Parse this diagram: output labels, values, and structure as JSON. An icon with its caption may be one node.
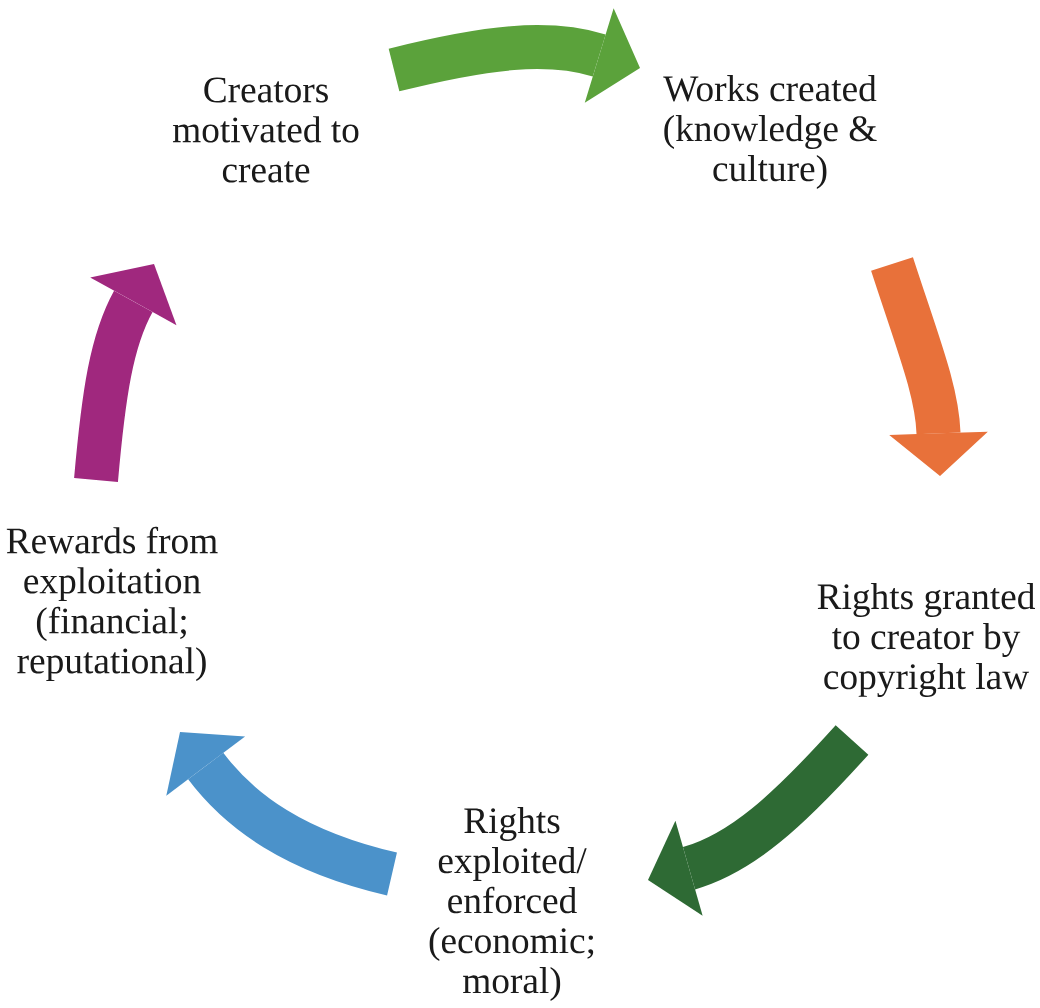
{
  "diagram": {
    "nodes": [
      {
        "text": [
          "Creators motivated to create"
        ]
      },
      {
        "text": [
          "Works created (knowledge & culture)"
        ]
      },
      {
        "text": [
          "Rewards from exploitation (financial; reputational)"
        ]
      },
      {
        "text": [
          "Rights granted to creator by copyright law"
        ]
      },
      {
        "text": [
          "Rights exploited/ enforced (economic; moral)"
        ]
      }
    ],
    "edges": [
      {
        "from": 0,
        "to": 1,
        "arrow": "to",
        "color": "#5ba23b"
      },
      {
        "from": 1,
        "to": 3,
        "arrow": "to",
        "color": "#e8713a"
      },
      {
        "from": 3,
        "to": 4,
        "arrow": "to",
        "color": "#2e6a34"
      },
      {
        "from": 4,
        "to": 2,
        "arrow": "to",
        "color": "#4b92ca"
      },
      {
        "from": 2,
        "to": 0,
        "arrow": "to",
        "color": "#a0287e"
      }
    ]
  }
}
